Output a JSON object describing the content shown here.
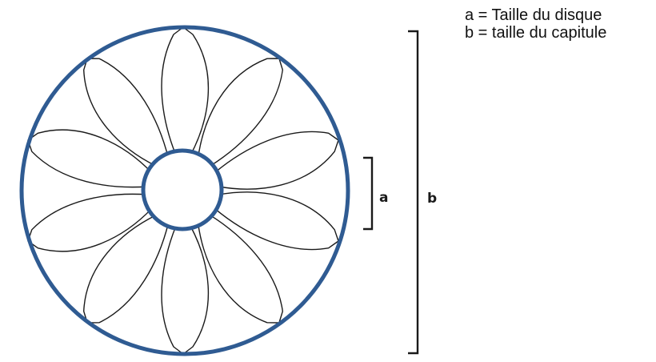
{
  "legend": {
    "line_a": "a = Taille du disque",
    "line_b": "b = taille du capitule"
  },
  "labels": {
    "disc_size": "a",
    "head_size": "b"
  },
  "figure": {
    "petal_count": 10,
    "ring_color": "#2f5b92",
    "outline_color": "#1a1a1a",
    "background_color": "#ffffff"
  }
}
